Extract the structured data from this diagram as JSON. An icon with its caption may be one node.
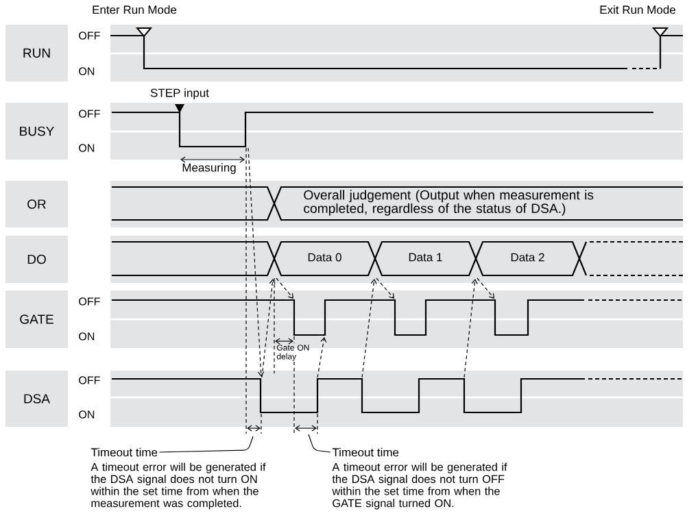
{
  "diagram": {
    "nodes": [
      {
        "text": [
          "RUN"
        ]
      },
      {
        "text": [
          "BUSY"
        ]
      },
      {
        "text": [
          "OR"
        ]
      },
      {
        "text": [
          "DO"
        ]
      },
      {
        "text": [
          "GATE"
        ]
      },
      {
        "text": [
          "DSA"
        ]
      },
      {
        "text": [
          "Overall judgement (Output when measurement is completed, regardless of the status of DSA.)"
        ]
      },
      {
        "text": [
          "Data 0"
        ]
      },
      {
        "text": [
          "Data 1"
        ]
      },
      {
        "text": [
          "Data 2"
        ]
      },
      {
        "text": [
          "Timeout time"
        ],
        "beside": [
          "A timeout error will be generated if the DSA signal does not turn ON within the set time from when the measurement was completed."
        ]
      },
      {
        "text": [
          "Timeout time"
        ],
        "beside": [
          "A timeout error will be generated if the DSA signal does not turn OFF within the set time from when the GATE signal turned ON."
        ]
      }
    ],
    "edges": [
      {
        "from": 10,
        "to": null,
        "arrow": "none"
      },
      {
        "from": 11,
        "to": null,
        "arrow": "none"
      }
    ],
    "labels": [
      "Enter Run Mode",
      "Exit Run Mode",
      "OFF",
      "ON",
      "STEP input",
      "OFF",
      "ON",
      "Measuring",
      "OFF",
      "ON",
      "Gate ON delay",
      "OFF",
      "ON"
    ]
  }
}
